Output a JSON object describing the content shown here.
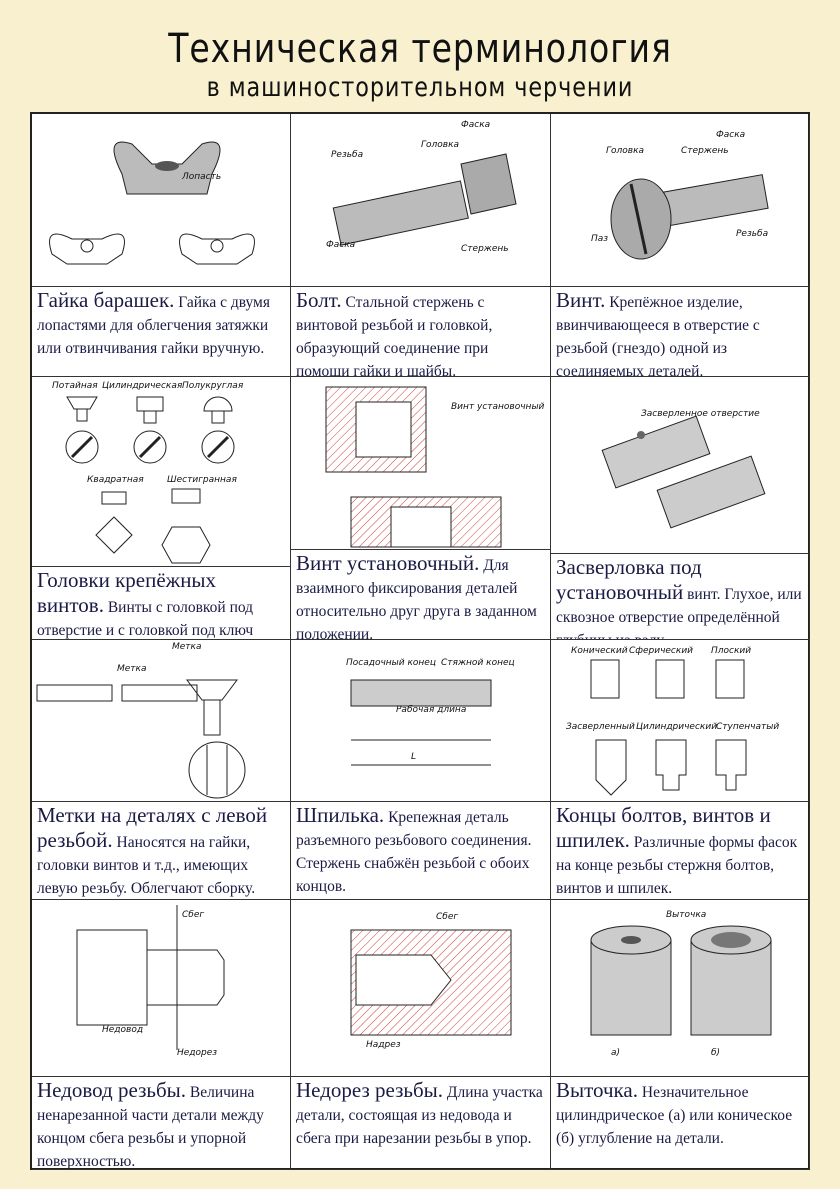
{
  "title": "Техническая терминология",
  "subtitle": "в машиносторительном черчении",
  "cells": [
    {
      "title": "Гайка барашек.",
      "text": "Гайка с двумя лопастями для облегчения затяжки или отвинчивания гайки вручную.",
      "labels": [
        "Лопасть"
      ]
    },
    {
      "title": "Болт.",
      "text": "Стальной стержень с винтовой резьбой и головкой, образующий соединение при помощи гайки и шайбы.",
      "labels": [
        "Резьба",
        "Головка",
        "Фаска",
        "Фаска",
        "Стержень"
      ]
    },
    {
      "title": "Винт.",
      "text": "Крепёжное изделие, ввинчивающееся в отверстие с резьбой (гнездо) одной из соединяемых деталей.",
      "labels": [
        "Фаска",
        "Головка",
        "Стержень",
        "Паз",
        "Резьба"
      ]
    },
    {
      "title": "Головки крепёжных винтов.",
      "text": "Винты с головкой под отверстие и с головкой под ключ",
      "labels": [
        "Потайная",
        "Цилиндрическая",
        "Полукруглая",
        "Квадратная",
        "Шестигранная"
      ]
    },
    {
      "title": "Винт установочный.",
      "text": "Для взаимного фиксирования деталей относительно друг друга в заданном положении.",
      "labels": [
        "Винт установочный"
      ]
    },
    {
      "title": "Засверловка под установочный",
      "text": "винт. Глухое, или сквозное отверстие определённой глубины на валу.",
      "labels": [
        "Засверленное отверстие"
      ]
    },
    {
      "title": "Метки на деталях с левой резьбой.",
      "text": "Наносятся на гайки, головки винтов и т.д., имеющих левую резьбу. Облегчают сборку.",
      "labels": [
        "Метка",
        "Метка"
      ]
    },
    {
      "title": "Шпилька.",
      "text": "Крепежная деталь разъемного резьбового соединения. Стержень снабжён резьбой с обоих концов.",
      "labels": [
        "Посадочный конец",
        "Стяжной конец",
        "Рабочая длина",
        "L"
      ]
    },
    {
      "title": "Концы болтов, винтов и шпилек.",
      "text": "Различные формы фасок на конце резьбы стержня болтов, винтов и шпилек.",
      "labels": [
        "Конический",
        "Сферический",
        "Плоский",
        "Засверленный",
        "Цилиндрический",
        "Ступенчатый"
      ]
    },
    {
      "title": "Недовод резьбы.",
      "text": "Величина ненарезанной части детали между концом сбега резьбы и упорной поверхностью.",
      "labels": [
        "Сбег",
        "Недовод",
        "Недорез"
      ]
    },
    {
      "title": "Недорез резьбы.",
      "text": "Длина участка детали, состоящая из недовода и сбега при нарезании резьбы в упор.",
      "labels": [
        "Сбег",
        "Надрез"
      ]
    },
    {
      "title": "Выточка.",
      "text": "Незначительное цилиндрическое (а) или коническое (б) углубление на детали.",
      "labels": [
        "Выточка",
        "а)",
        "б)"
      ]
    }
  ],
  "colors": {
    "background": "#f8f0cf",
    "text": "#1a1a44",
    "hatch": "#d04040"
  }
}
